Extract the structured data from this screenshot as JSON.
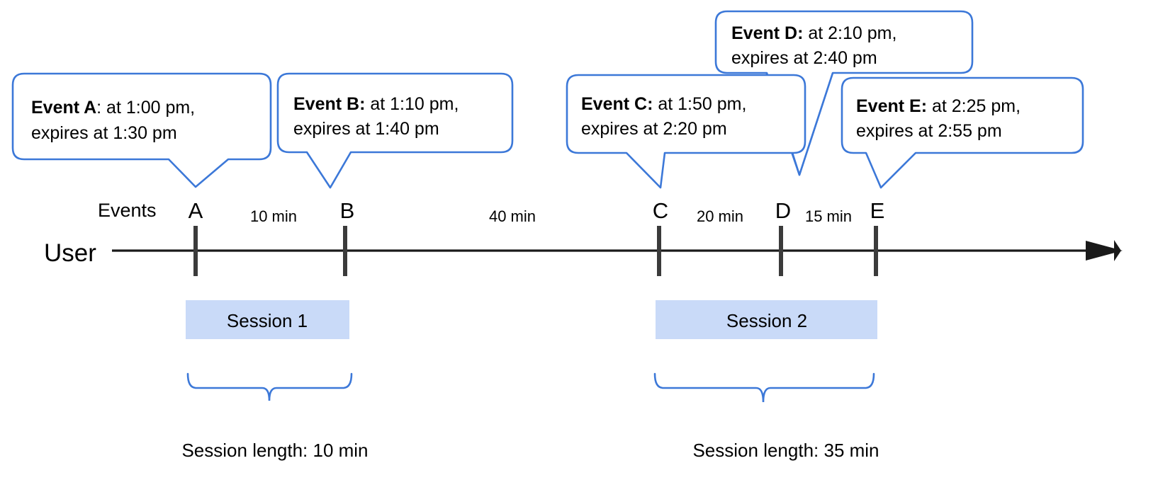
{
  "diagram": {
    "title": "Session timeline with event callouts",
    "colors": {
      "callout_stroke": "#3c78d8",
      "session_fill": "#c9daf8",
      "axis": "#1a1a1a",
      "tick": "#3b3b3b",
      "text": "#000000",
      "background": "#ffffff"
    }
  },
  "axis": {
    "user_label": "User",
    "events_label": "Events",
    "arrow_direction": "right"
  },
  "events": [
    {
      "letter": "A",
      "bold": "Event A",
      "rest": ": at 1:00 pm,",
      "line2": "expires at 1:30 pm",
      "time": "1:00 pm",
      "expires": "1:30 pm"
    },
    {
      "letter": "B",
      "bold": "Event B:",
      "rest": " at 1:10 pm,",
      "line2": "expires at 1:40 pm",
      "time": "1:10 pm",
      "expires": "1:40 pm"
    },
    {
      "letter": "C",
      "bold": "Event C:",
      "rest": " at 1:50 pm,",
      "line2": "expires at 2:20 pm",
      "time": "1:50 pm",
      "expires": "2:20 pm"
    },
    {
      "letter": "D",
      "bold": "Event D:",
      "rest": " at 2:10 pm,",
      "line2": "expires at 2:40 pm",
      "time": "2:10 pm",
      "expires": "2:40 pm"
    },
    {
      "letter": "E",
      "bold": "Event E:",
      "rest": " at 2:25 pm,",
      "line2": "expires at 2:55 pm",
      "time": "2:25 pm",
      "expires": "2:55 pm"
    }
  ],
  "gaps": [
    {
      "label": "10 min",
      "from": "A",
      "to": "B"
    },
    {
      "label": "40 min",
      "from": "B",
      "to": "C"
    },
    {
      "label": "20 min",
      "from": "C",
      "to": "D"
    },
    {
      "label": "15 min",
      "from": "D",
      "to": "E"
    }
  ],
  "sessions": [
    {
      "name": "Session 1",
      "length_label": "Session length: 10 min",
      "length_min": 10
    },
    {
      "name": "Session 2",
      "length_label": "Session length: 35 min",
      "length_min": 35
    }
  ]
}
